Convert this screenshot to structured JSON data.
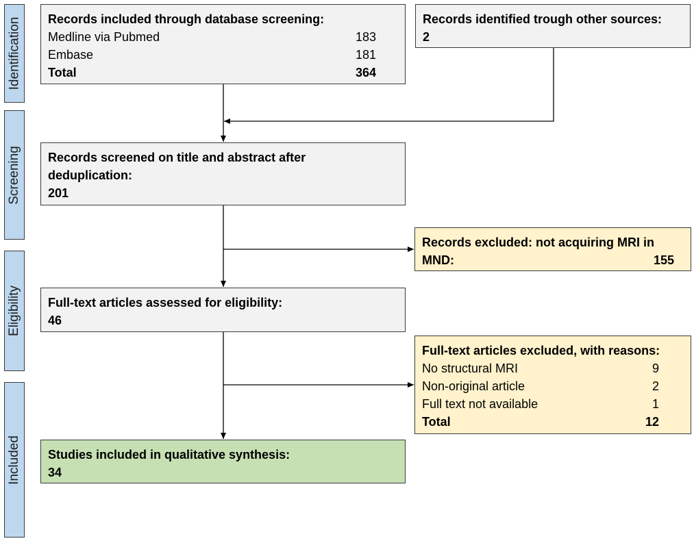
{
  "stages": [
    {
      "label": "Identification"
    },
    {
      "label": "Screening"
    },
    {
      "label": "Eligibility"
    },
    {
      "label": "Included"
    }
  ],
  "db_screening": {
    "title": "Records included through database screening:",
    "rows": [
      {
        "label": "Medline via Pubmed",
        "value": "183"
      },
      {
        "label": "Embase",
        "value": "181"
      },
      {
        "label": "Total",
        "value": "364"
      }
    ]
  },
  "other_sources": {
    "title": "Records identified trough other sources:",
    "value": "2"
  },
  "screened": {
    "title_line1": "Records screened on title and abstract after",
    "title_line2": "deduplication:",
    "value": "201"
  },
  "excluded_mri": {
    "title_line1": "Records excluded: not acquiring MRI in",
    "title_line2": "MND:",
    "value": "155"
  },
  "fulltext_assessed": {
    "title": "Full-text articles assessed for eligibility:",
    "value": "46"
  },
  "fulltext_excluded": {
    "title": "Full-text articles excluded, with reasons:",
    "rows": [
      {
        "label": "No structural MRI",
        "value": "9"
      },
      {
        "label": "Non-original article",
        "value": "2"
      },
      {
        "label": "Full text not available",
        "value": "1"
      },
      {
        "label": "Total",
        "value": "12"
      }
    ]
  },
  "included": {
    "title": "Studies included in qualitative synthesis:",
    "value": "34"
  },
  "colors": {
    "stage_fill": "#bdd7ee",
    "stage_border": "#3a3a3a",
    "gray_box": "#f2f2f2",
    "exclusion_box": "#fff2cc",
    "included_box": "#c6e0b4"
  }
}
